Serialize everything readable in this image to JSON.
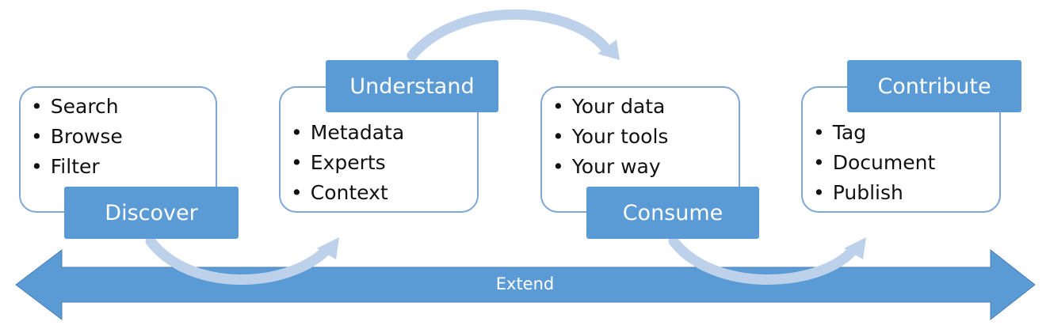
{
  "colors": {
    "box_border": "#7ea6d6",
    "tag_fill": "#5b9bd5",
    "curved_arrow": "#bdd1ea",
    "extend_arrow": "#5b9bd5"
  },
  "steps": [
    {
      "label": "Discover",
      "items": [
        "Search",
        "Browse",
        "Filter"
      ]
    },
    {
      "label": "Understand",
      "items": [
        "Metadata",
        "Experts",
        "Context"
      ]
    },
    {
      "label": "Consume",
      "items": [
        "Your data",
        "Your tools",
        "Your way"
      ]
    },
    {
      "label": "Contribute",
      "items": [
        "Tag",
        "Document",
        "Publish"
      ]
    }
  ],
  "extend_arrow": {
    "label": "Extend"
  }
}
